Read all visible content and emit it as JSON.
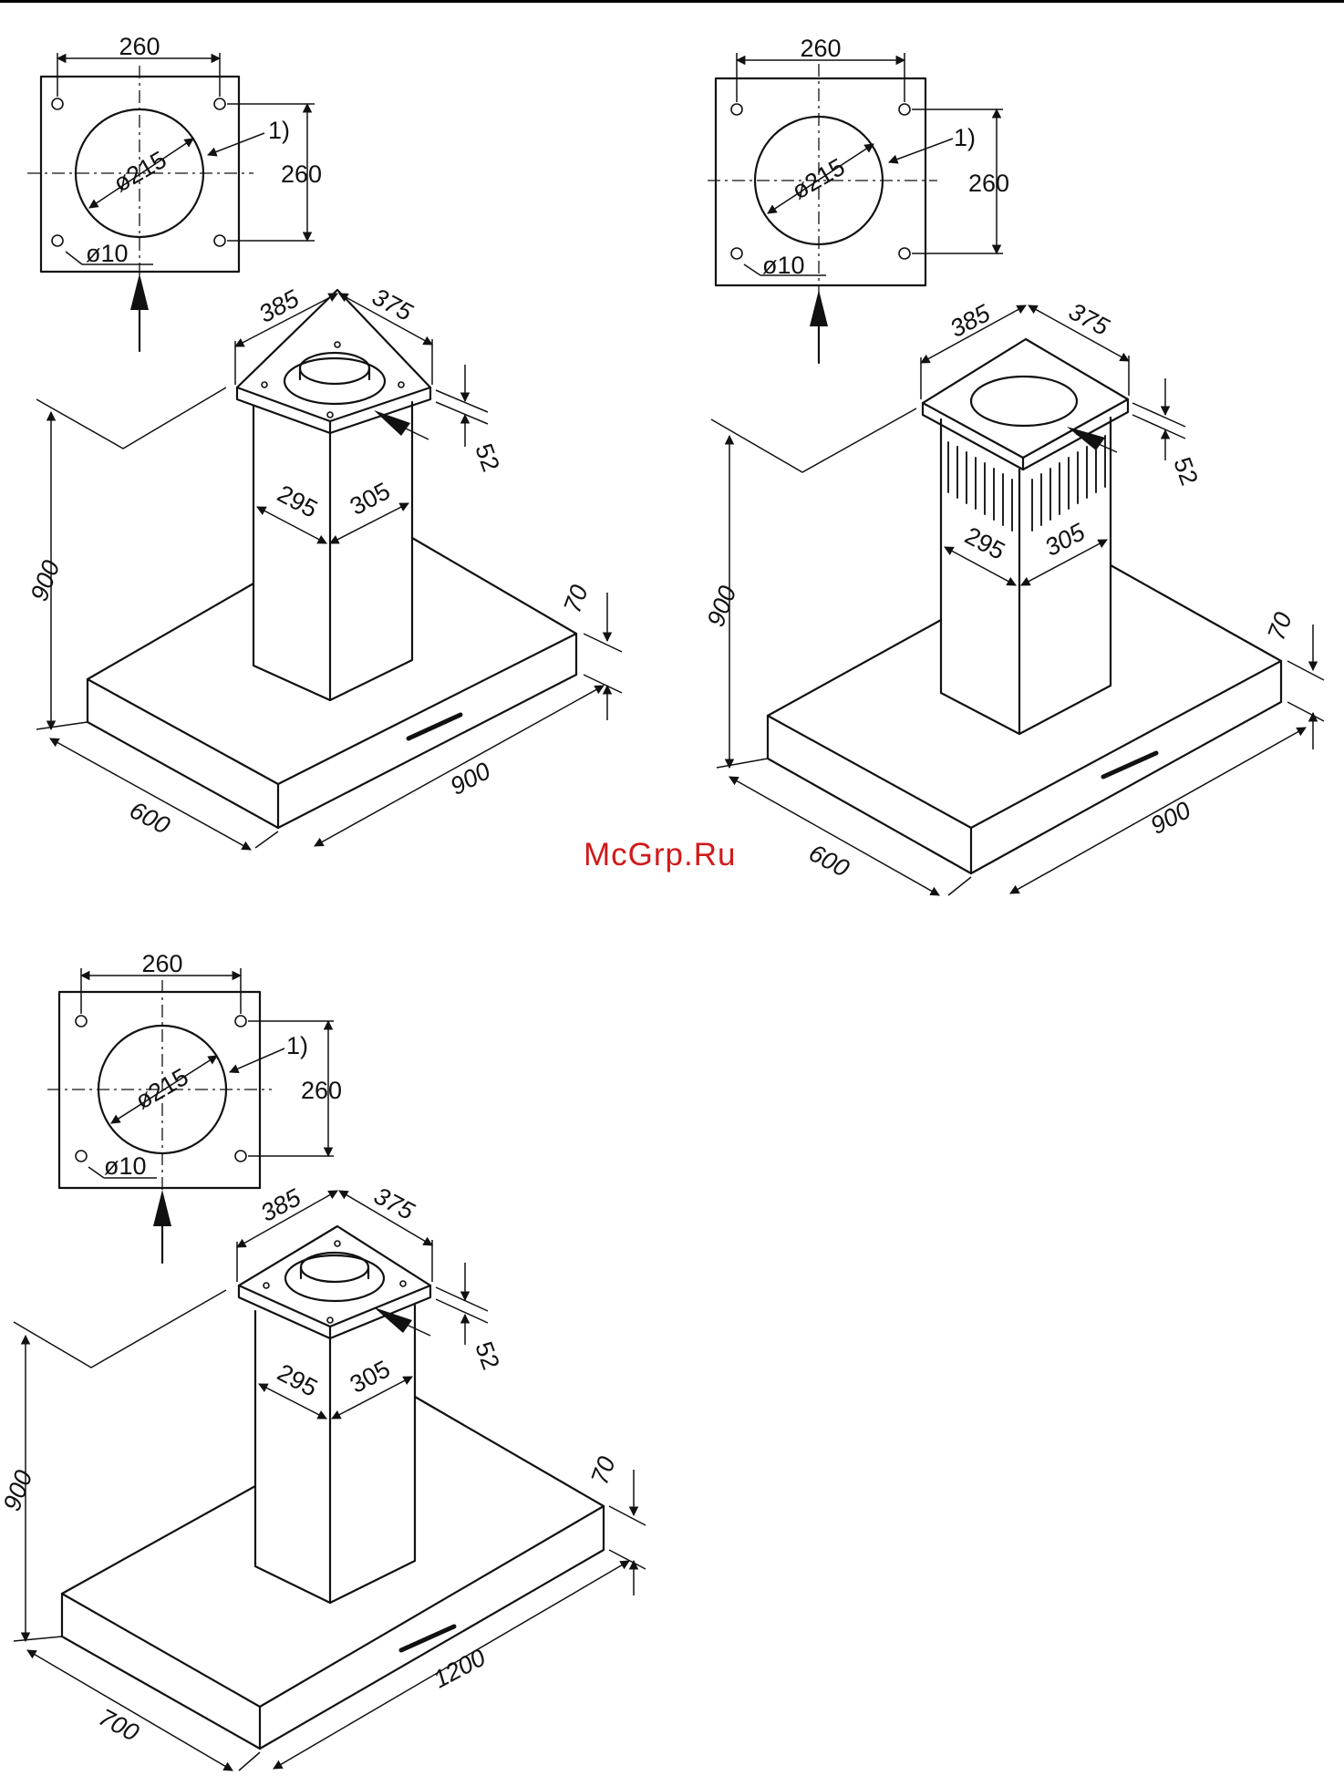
{
  "watermark": "McGrp.Ru",
  "colors": {
    "line": "#111111",
    "watermark": "#d11a1a"
  },
  "diagrams": [
    {
      "id": "hood-a",
      "plate": {
        "width": "260",
        "height": "260",
        "duct": "ø215",
        "hole": "ø10",
        "note": "1)"
      },
      "chimney_top": {
        "left": "385",
        "right": "375",
        "flange": "52"
      },
      "chimney": {
        "left": "295",
        "right": "305"
      },
      "height": "900",
      "hood": {
        "thickness": "70",
        "width": "900",
        "depth": "600"
      }
    },
    {
      "id": "hood-b",
      "plate": {
        "width": "260",
        "height": "260",
        "duct": "ø215",
        "hole": "ø10",
        "note": "1)"
      },
      "chimney_top": {
        "left": "385",
        "right": "375",
        "flange": "52"
      },
      "chimney": {
        "left": "295",
        "right": "305"
      },
      "height": "900",
      "hood": {
        "thickness": "70",
        "width": "900",
        "depth": "600"
      }
    },
    {
      "id": "hood-c",
      "plate": {
        "width": "260",
        "height": "260",
        "duct": "ø215",
        "hole": "ø10",
        "note": "1)"
      },
      "chimney_top": {
        "left": "385",
        "right": "375",
        "flange": "52"
      },
      "chimney": {
        "left": "295",
        "right": "305"
      },
      "height": "900",
      "hood": {
        "thickness": "70",
        "width": "1200",
        "depth": "700"
      }
    }
  ]
}
